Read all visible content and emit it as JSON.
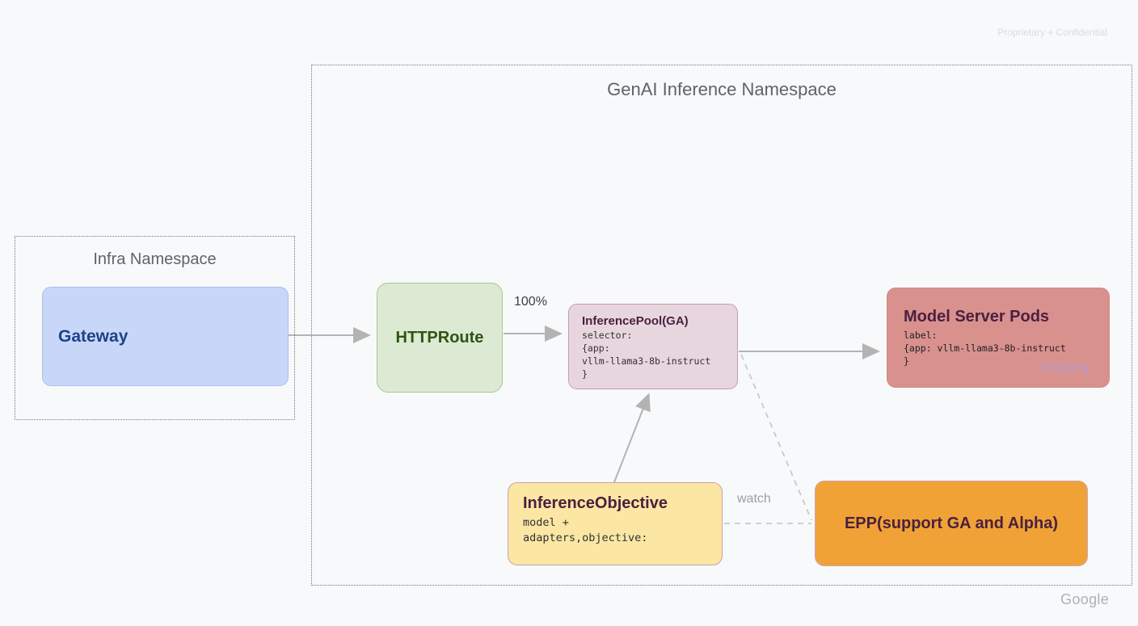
{
  "page": {
    "confidential_note": "Proprietary + Confidential",
    "footer_logo": "Google"
  },
  "outer_namespace": {
    "title": "GenAI Inference Namespace"
  },
  "infra_namespace": {
    "title": "Infra Namespace"
  },
  "nodes": {
    "gateway": {
      "title": "Gateway"
    },
    "httproute": {
      "title": "HTTPRoute"
    },
    "inference_pool": {
      "title": "InferencePool(GA)",
      "code": "selector:\n{app:\nvllm-llama3-8b-instruct\n}"
    },
    "model_server_pods": {
      "title": "Model Server Pods",
      "code": "label:\n{app: vllm-llama3-8b-instruct\n}",
      "badge": "Existing"
    },
    "inference_objective": {
      "title": "InferenceObjective",
      "code": "model +\nadapters,objective:"
    },
    "epp": {
      "title": "EPP(support GA and Alpha)"
    }
  },
  "edges": {
    "httproute_to_pool_label": "100%",
    "objective_to_epp_label": "watch"
  },
  "colors": {
    "bg": "#f8f9fa",
    "dotted_border": "#767676",
    "namespace_title": "#5f6368",
    "confidential_text": "#d9dbde",
    "gateway_fill": "#c8d7f8",
    "gateway_border": "#a9bfee",
    "gateway_text": "#1f4188",
    "httproute_fill": "#dcead3",
    "httproute_border": "#a7c78e",
    "httproute_text": "#2d5414",
    "pool_fill": "#e8d6de",
    "pool_border": "#c49cb2",
    "pods_fill": "#d9918e",
    "pods_border": "#cd8a88",
    "objective_fill": "#fbe7a3",
    "objective_border": "#c9a0b4",
    "epp_fill": "#f0a236",
    "epp_border": "#d0a3b8",
    "dark_title": "#4a2040",
    "code_text": "#303034",
    "existing_text": "#b09ace",
    "arrow_gray": "#b3b3b3",
    "dashed_gray": "#c9c9c9",
    "edge_label_dark": "#3c4043",
    "edge_label_gray": "#9aa0a6",
    "google_gray": "#aeb1b6"
  }
}
